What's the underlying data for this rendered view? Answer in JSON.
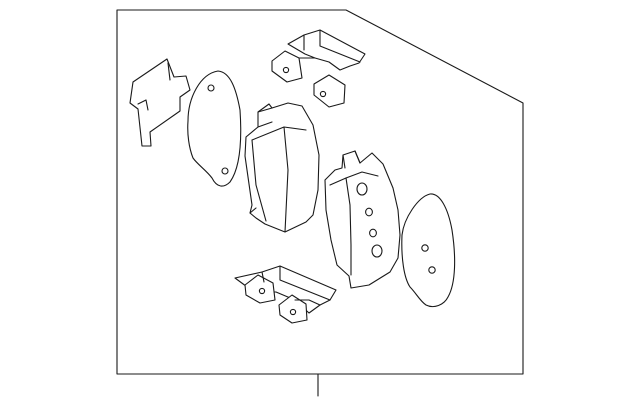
{
  "diagram": {
    "kind": "brake pad kit exploded parts illustration",
    "line_color": "#1a1a1a",
    "background_color": "#ffffff",
    "parts": [
      {
        "id": "inner-shim-left",
        "icon": "brake-pad-shim"
      },
      {
        "id": "insulator-plate-left",
        "icon": "brake-pad-insulator"
      },
      {
        "id": "upper-clip",
        "icon": "pad-retaining-clip"
      },
      {
        "id": "brake-pad-left",
        "icon": "brake-pad"
      },
      {
        "id": "brake-pad-right",
        "icon": "brake-pad"
      },
      {
        "id": "insulator-plate-right",
        "icon": "brake-pad-insulator"
      },
      {
        "id": "lower-clip",
        "icon": "pad-retaining-clip"
      }
    ]
  }
}
